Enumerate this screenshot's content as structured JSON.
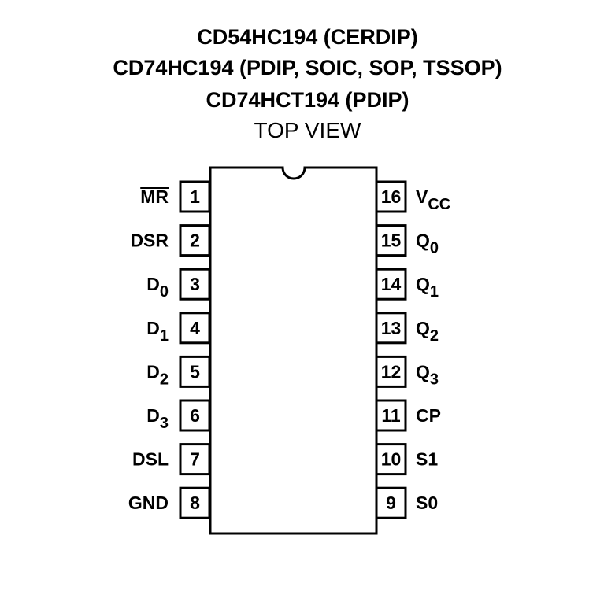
{
  "header": {
    "line1": "CD54HC194 (CERDIP)",
    "line2": "CD74HC194 (PDIP, SOIC, SOP, TSSOP)",
    "line3": "CD74HCT194 (PDIP)",
    "view": "TOP VIEW"
  },
  "left_pins": [
    {
      "number": "1",
      "name": "MR",
      "sub": "",
      "overline": true
    },
    {
      "number": "2",
      "name": "DSR",
      "sub": ""
    },
    {
      "number": "3",
      "name": "D",
      "sub": "0"
    },
    {
      "number": "4",
      "name": "D",
      "sub": "1"
    },
    {
      "number": "5",
      "name": "D",
      "sub": "2"
    },
    {
      "number": "6",
      "name": "D",
      "sub": "3"
    },
    {
      "number": "7",
      "name": "DSL",
      "sub": ""
    },
    {
      "number": "8",
      "name": "GND",
      "sub": ""
    }
  ],
  "right_pins": [
    {
      "number": "16",
      "name": "V",
      "sub": "CC"
    },
    {
      "number": "15",
      "name": "Q",
      "sub": "0"
    },
    {
      "number": "14",
      "name": "Q",
      "sub": "1"
    },
    {
      "number": "13",
      "name": "Q",
      "sub": "2"
    },
    {
      "number": "12",
      "name": "Q",
      "sub": "3"
    },
    {
      "number": "11",
      "name": "CP",
      "sub": ""
    },
    {
      "number": "10",
      "name": "S1",
      "sub": ""
    },
    {
      "number": "9",
      "name": "S0",
      "sub": ""
    }
  ]
}
